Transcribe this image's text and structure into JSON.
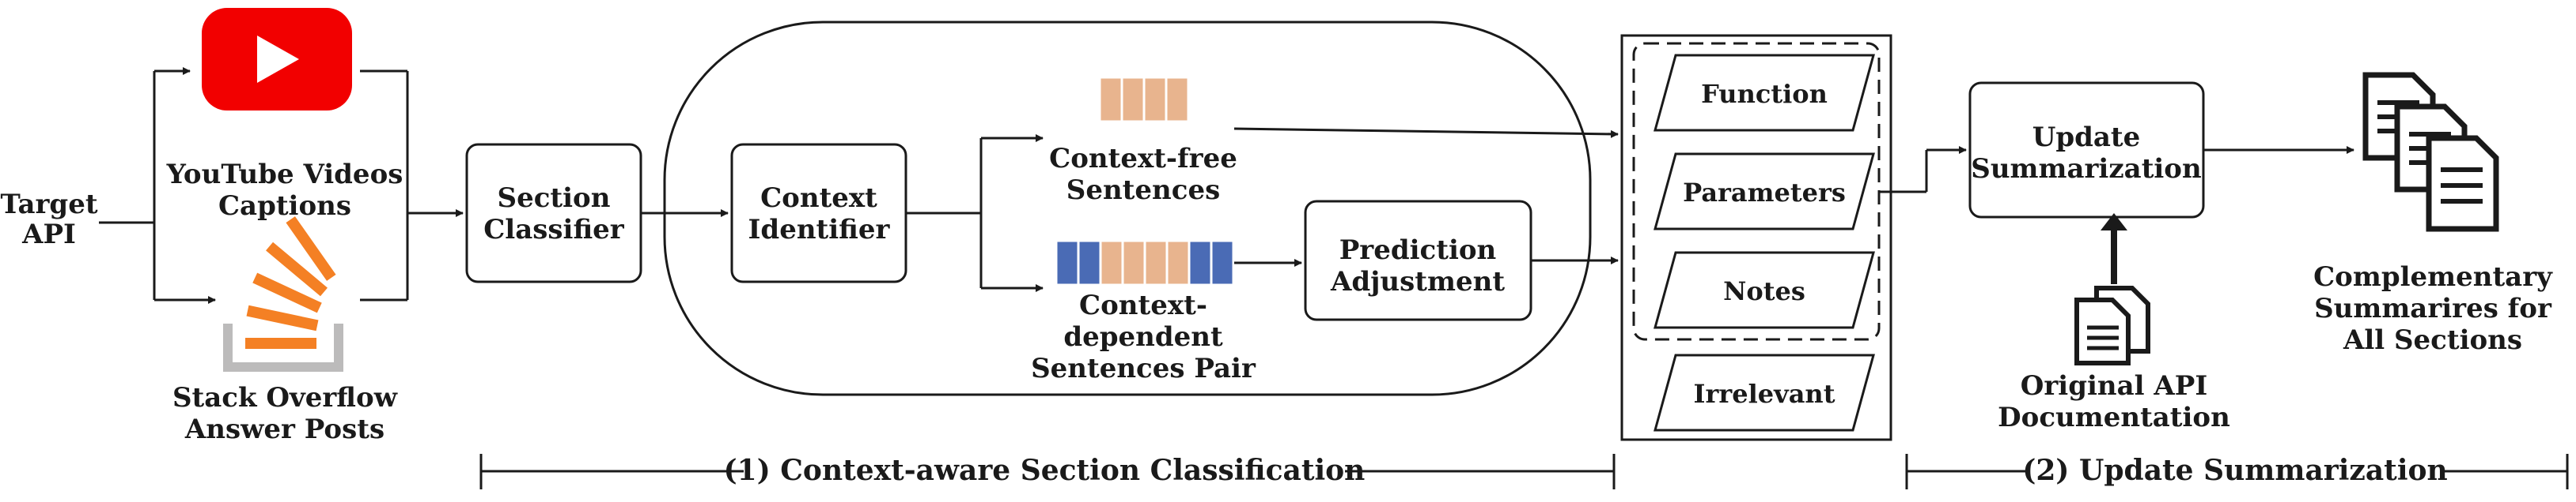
{
  "sources": {
    "input_line1": "Target",
    "input_line2": "API",
    "youtube_line1": "YouTube Videos",
    "youtube_line2": "Captions",
    "so_line1": "Stack Overflow",
    "so_line2": "Answer Posts"
  },
  "stages": {
    "section_classifier_line1": "Section",
    "section_classifier_line2": "Classifier",
    "context_identifier_line1": "Context",
    "context_identifier_line2": "Identifier",
    "context_free_line1": "Context-free",
    "context_free_line2": "Sentences",
    "context_dep_line1": "Context-",
    "context_dep_line2": "dependent",
    "context_dep_line3": "Sentences Pair",
    "prediction_line1": "Prediction",
    "prediction_line2": "Adjustment"
  },
  "sections": {
    "function": "Function",
    "parameters": "Parameters",
    "notes": "Notes",
    "irrelevant": "Irrelevant"
  },
  "update": {
    "summarization_line1": "Update",
    "summarization_line2": "Summarization",
    "original_line1": "Original API",
    "original_line2": "Documentation",
    "complementary_line1": "Complementary",
    "complementary_line2": "Summarires for",
    "complementary_line3": "All Sections"
  },
  "phases": {
    "phase1": "(1) Context-aware Section Classification",
    "phase2": "(2) Update Summarization"
  },
  "colors": {
    "youtube_red": "#f20000",
    "so_orange": "#f48024",
    "so_gray": "#bcbbbb",
    "token_peach": "#e8b48e",
    "token_blue": "#4a6bb5",
    "stroke": "#1a1a1a"
  }
}
